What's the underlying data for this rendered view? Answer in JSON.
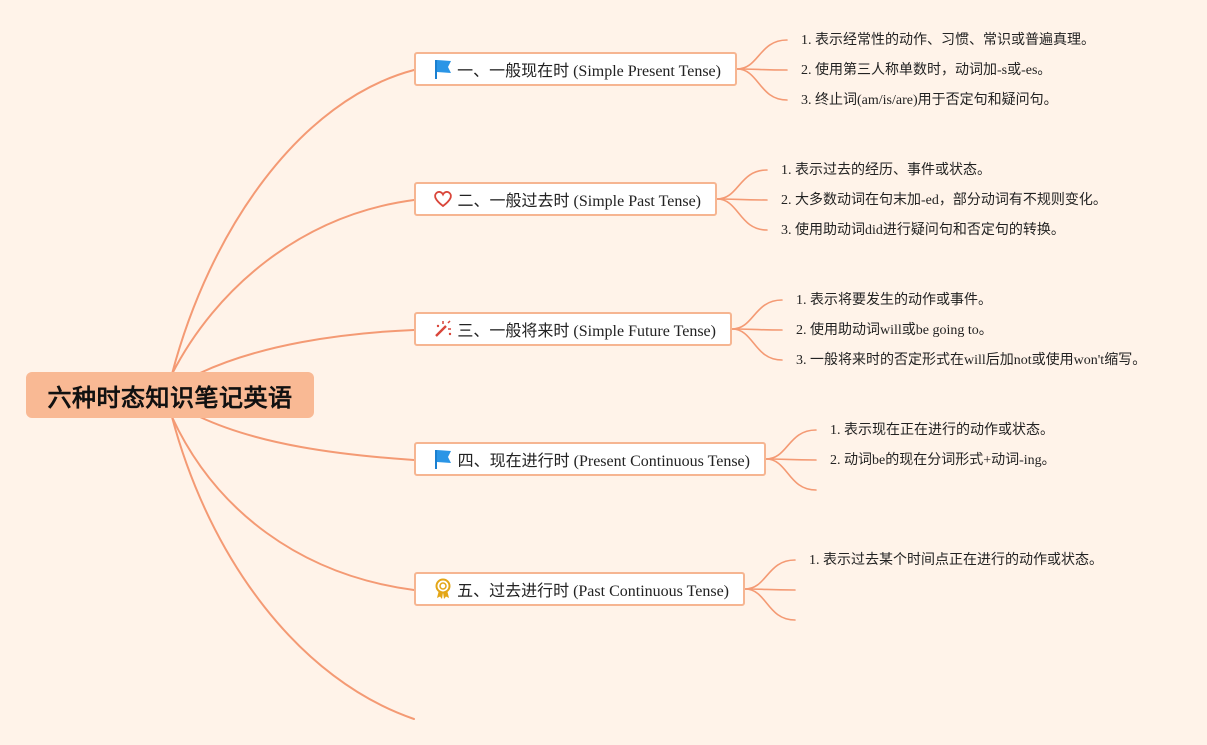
{
  "root": {
    "title": "六种时态知识笔记英语"
  },
  "colors": {
    "link": "#f49a74",
    "root_bg": "#f9b994",
    "canvas": "#fff3e9",
    "node_border": "#f6b591"
  },
  "branches": [
    {
      "label": "一、一般现在时 (Simple Present Tense)",
      "icon": "flag-icon",
      "items": [
        "1. 表示经常性的动作、习惯、常识或普遍真理。",
        "2. 使用第三人称单数时，动词加-s或-es。",
        "3. 终止词(am/is/are)用于否定句和疑问句。"
      ]
    },
    {
      "label": "二、一般过去时 (Simple Past Tense)",
      "icon": "heart-icon",
      "items": [
        "1. 表示过去的经历、事件或状态。",
        "2. 大多数动词在句末加-ed，部分动词有不规则变化。",
        "3. 使用助动词did进行疑问句和否定句的转换。"
      ]
    },
    {
      "label": "三、一般将来时 (Simple Future Tense)",
      "icon": "magic-wand-icon",
      "items": [
        "1. 表示将要发生的动作或事件。",
        "2. 使用助动词will或be going to。",
        "3. 一般将来时的否定形式在will后加not或使用won't缩写。"
      ]
    },
    {
      "label": "四、现在进行时 (Present Continuous Tense)",
      "icon": "flag-icon",
      "items": [
        "1. 表示现在正在进行的动作或状态。",
        "2. 动词be的现在分词形式+动词-ing。",
        ""
      ]
    },
    {
      "label": "五、过去进行时 (Past Continuous Tense)",
      "icon": "award-ribbon-icon",
      "items": [
        "1. 表示过去某个时间点正在进行的动作或状态。",
        "",
        ""
      ]
    }
  ]
}
